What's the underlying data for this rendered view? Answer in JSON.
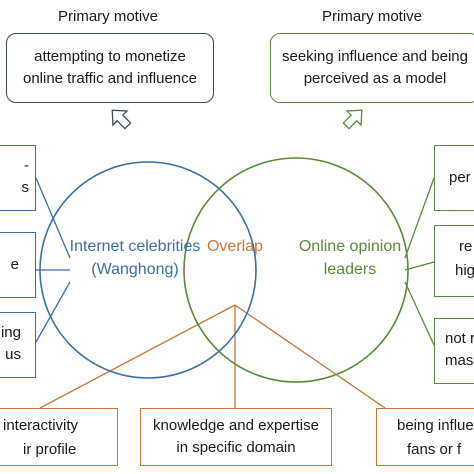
{
  "colors": {
    "blue": "#3a6fa8",
    "green": "#5a8a3a",
    "orange": "#c8753a",
    "dark": "#3c4a5a"
  },
  "top_left": {
    "heading": "Primary motive",
    "box_lines": [
      "attempting to monetize",
      "online traffic and influence"
    ]
  },
  "top_right": {
    "heading": "Primary motive",
    "box_lines": [
      "seeking influence and being",
      "perceived as a model"
    ]
  },
  "circles": {
    "left_lines": [
      "Internet celebrities",
      "(Wanghong)"
    ],
    "overlap": "Overlap",
    "right_lines": [
      "Online opinion",
      "leaders"
    ]
  },
  "left_boxes": [
    {
      "lines": [
        "-",
        "s"
      ]
    },
    {
      "lines": [
        "e"
      ]
    },
    {
      "lines": [
        "ing",
        "us"
      ]
    }
  ],
  "right_boxes": [
    {
      "lines": [
        "per"
      ]
    },
    {
      "lines": [
        "re",
        "hig"
      ]
    },
    {
      "lines": [
        "not r",
        "mas"
      ]
    }
  ],
  "bottom_boxes": [
    {
      "lines": [
        "interactivity",
        "ir profile"
      ]
    },
    {
      "lines": [
        "knowledge and expertise",
        "in specific domain"
      ]
    },
    {
      "lines": [
        "being influe",
        "fans or f"
      ]
    }
  ]
}
